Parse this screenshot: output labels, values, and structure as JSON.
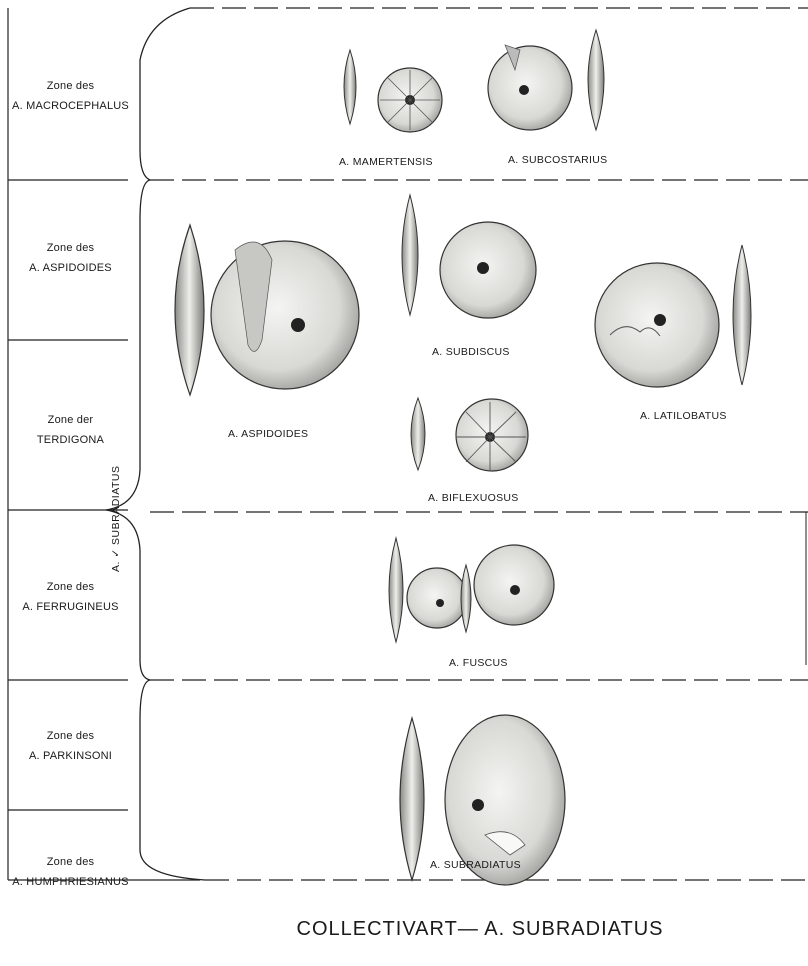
{
  "zones": [
    {
      "line1": "Zone des",
      "line2": "A. MACROCEPHALUS"
    },
    {
      "line1": "Zone des",
      "line2": "A. ASPIDOIDES"
    },
    {
      "line1": "Zone der",
      "line2": "TERDIGONA"
    },
    {
      "line1": "Zone des",
      "line2": "A. FERRUGINEUS"
    },
    {
      "line1": "Zone des",
      "line2": "A. PARKINSONI"
    },
    {
      "line1": "Zone des",
      "line2": "A. HUMPHRIESIANUS"
    }
  ],
  "vertical_label": "A. ✓ SUBRADIATUS",
  "figures": {
    "mamertensis": "A. MAMERTENSIS",
    "subcostarius": "A. SUBCOSTARIUS",
    "aspidoides": "A. ASPIDOIDES",
    "subdiscus": "A. SUBDISCUS",
    "latilobatus": "A. LATILOBATUS",
    "biflexuosus": "A. BIFLEXUOSUS",
    "fuscus": "A. FUSCUS",
    "subradiatus": "A. SUBRADIATUS"
  },
  "title": "COLLECTIVART— A. SUBRADIATUS"
}
